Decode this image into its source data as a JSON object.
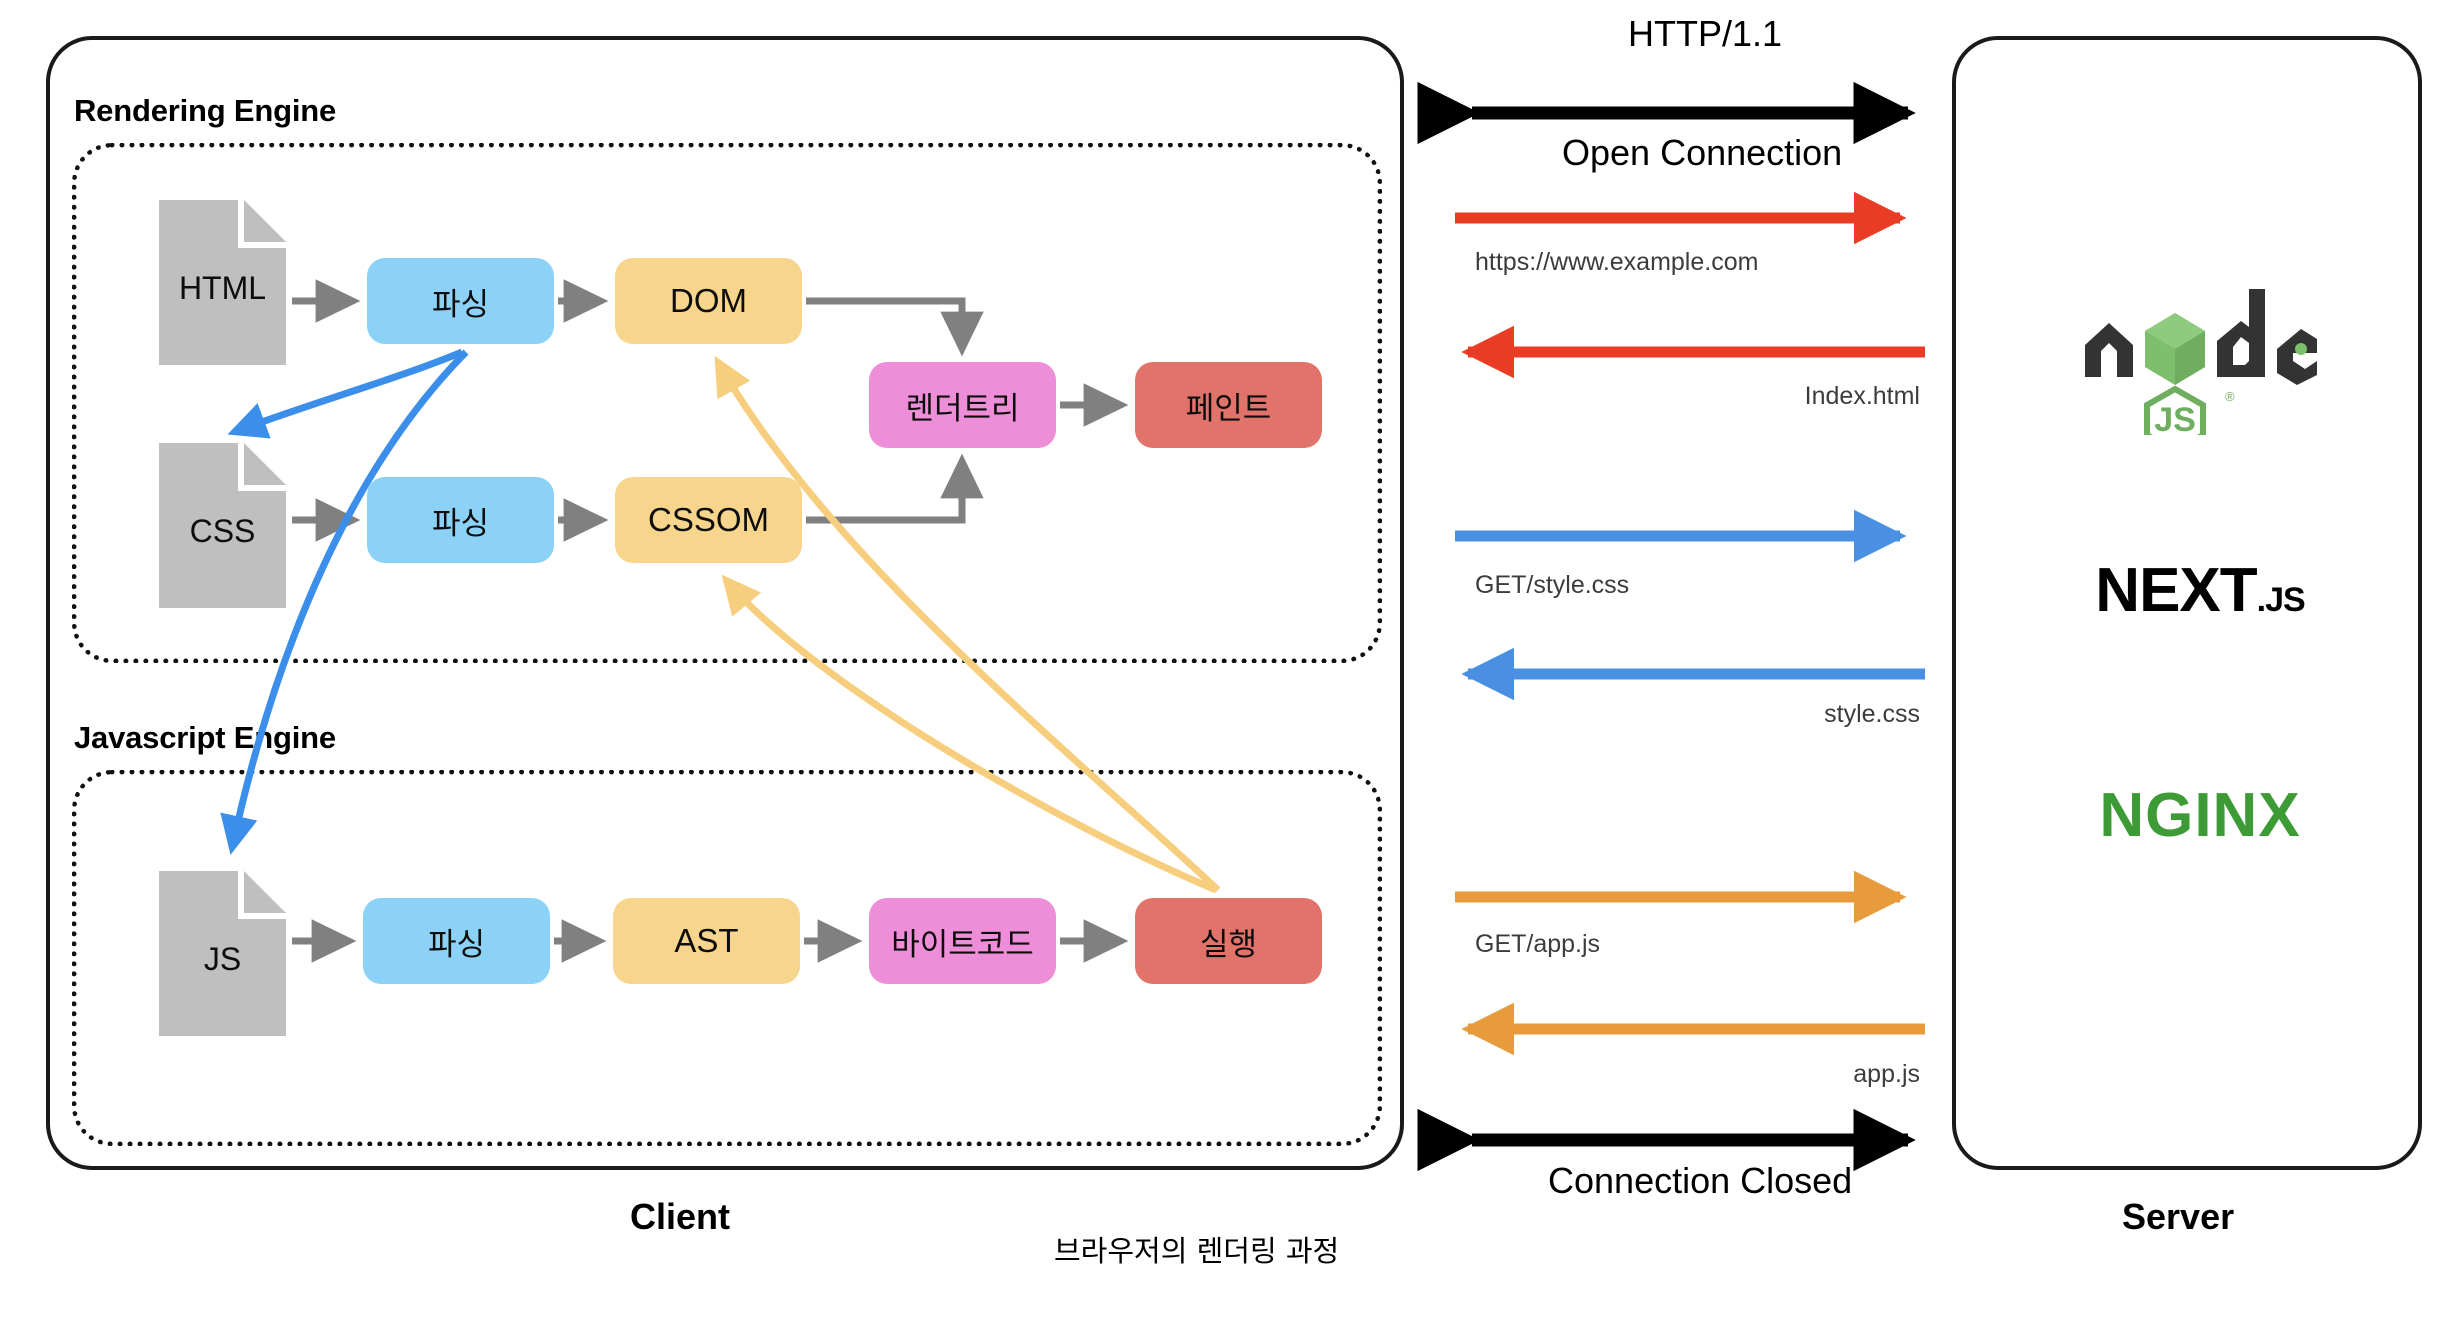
{
  "diagram": {
    "caption_korean": "브라우저의 렌더링 과정"
  },
  "client": {
    "label": "Client",
    "rendering_engine": {
      "title": "Rendering Engine",
      "nodes": [
        {
          "id": "html-file",
          "label": "HTML",
          "type": "file"
        },
        {
          "id": "parse-html",
          "label": "파싱",
          "type": "process",
          "color": "#8CD2F7"
        },
        {
          "id": "dom",
          "label": "DOM",
          "type": "process",
          "color": "#F7D58C"
        },
        {
          "id": "css-file",
          "label": "CSS",
          "type": "file"
        },
        {
          "id": "parse-css",
          "label": "파싱",
          "type": "process",
          "color": "#8CD2F7"
        },
        {
          "id": "cssom",
          "label": "CSSOM",
          "type": "process",
          "color": "#F7D58C"
        },
        {
          "id": "rendertree",
          "label": "렌더트리",
          "type": "process",
          "color": "#EE8ED8"
        },
        {
          "id": "paint",
          "label": "페인트",
          "type": "process",
          "color": "#E2736A"
        }
      ]
    },
    "javascript_engine": {
      "title": "Javascript Engine",
      "nodes": [
        {
          "id": "js-file",
          "label": "JS",
          "type": "file"
        },
        {
          "id": "parse-js",
          "label": "파싱",
          "type": "process",
          "color": "#8CD2F7"
        },
        {
          "id": "ast",
          "label": "AST",
          "type": "process",
          "color": "#F7D58C"
        },
        {
          "id": "bytecode",
          "label": "바이트코드",
          "type": "process",
          "color": "#EE8ED8"
        },
        {
          "id": "execute",
          "label": "실행",
          "type": "process",
          "color": "#E2736A"
        }
      ]
    }
  },
  "network": {
    "protocol_label": "HTTP/1.1",
    "open_connection_label": "Open Connection",
    "connection_closed_label": "Connection Closed",
    "exchanges": [
      {
        "id": "req-page",
        "label": "https://www.example.com",
        "direction": "right",
        "color": "#EA3C24",
        "align": "left"
      },
      {
        "id": "res-page",
        "label": "Index.html",
        "direction": "left",
        "color": "#EA3C24",
        "align": "right"
      },
      {
        "id": "req-css",
        "label": "GET/style.css",
        "direction": "right",
        "color": "#4A90E2",
        "align": "left"
      },
      {
        "id": "res-css",
        "label": "style.css",
        "direction": "left",
        "color": "#4A90E2",
        "align": "right"
      },
      {
        "id": "req-js",
        "label": "GET/app.js",
        "direction": "right",
        "color": "#E89B3C",
        "align": "left"
      },
      {
        "id": "res-js",
        "label": "app.js",
        "direction": "left",
        "color": "#E89B3C",
        "align": "right"
      }
    ]
  },
  "server": {
    "label": "Server",
    "stack": [
      {
        "id": "nodejs",
        "name": "node",
        "suffix": "JS",
        "color": "#333333",
        "accent": "#6FA96B"
      },
      {
        "id": "nextjs",
        "name": "NEXT",
        "suffix": ".JS",
        "color": "#000000"
      },
      {
        "id": "nginx",
        "name": "NGINX",
        "color": "#3C9B35"
      }
    ]
  },
  "colors": {
    "blue": "#8CD2F7",
    "yellow": "#F7D58C",
    "pink": "#EE8ED8",
    "red": "#E2736A",
    "grey": "#BFBFBF",
    "arrow": "#808080",
    "link_blue": "#3B8EEA",
    "link_yellow": "#F7CE7E"
  }
}
